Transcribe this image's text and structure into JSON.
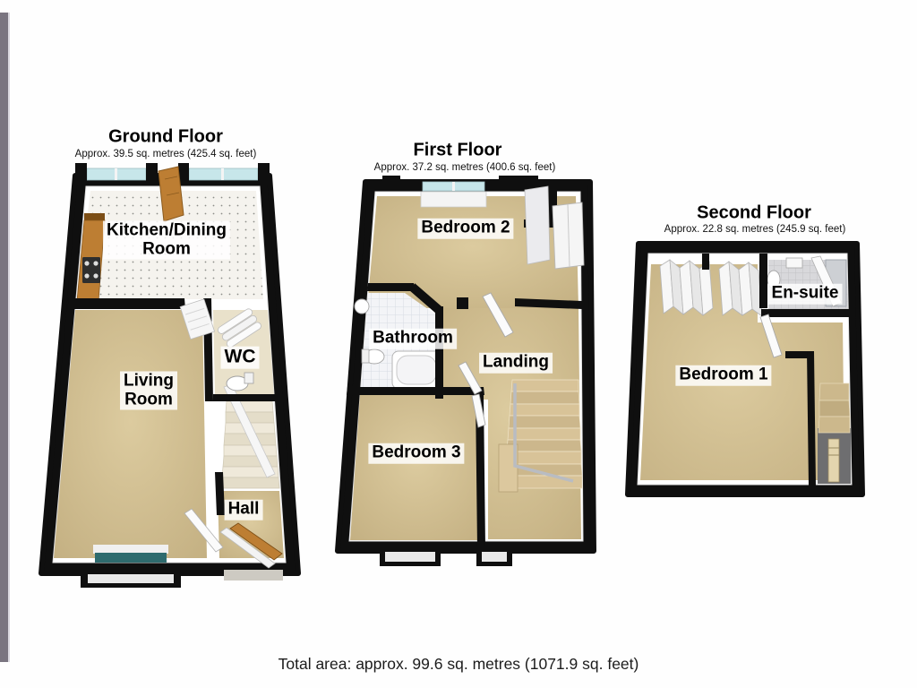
{
  "floors": [
    {
      "title": "Ground Floor",
      "subtitle": "Approx. 39.5 sq. metres (425.4 sq. feet)",
      "rooms": {
        "kitchen_dining": {
          "line1": "Kitchen/Dining",
          "line2": "Room"
        },
        "living": {
          "line1": "Living",
          "line2": "Room"
        },
        "wc": "WC",
        "hall": "Hall"
      }
    },
    {
      "title": "First Floor",
      "subtitle": "Approx. 37.2 sq. metres (400.6 sq. feet)",
      "rooms": {
        "bedroom2": "Bedroom 2",
        "bathroom": "Bathroom",
        "landing": "Landing",
        "bedroom3": "Bedroom 3"
      }
    },
    {
      "title": "Second Floor",
      "subtitle": "Approx. 22.8 sq. metres (245.9 sq. feet)",
      "rooms": {
        "ensuite": "En-suite",
        "bedroom1": "Bedroom 1"
      }
    }
  ],
  "footer": {
    "total_area": "Total area: approx. 99.6 sq. metres (1071.9 sq. feet)"
  },
  "colors": {
    "wall": "#0f0f0f",
    "floor_tan": "#d3c199",
    "kitchen_floor": "#f5f3ee",
    "glass": "#c7e6ea",
    "bay_glass": "#2e6b6e",
    "wood": "#bd7e33",
    "bath_tile": "#f3f4f7",
    "ensuite_tile": "#d8d8db",
    "sidebar": "#7a7580"
  }
}
